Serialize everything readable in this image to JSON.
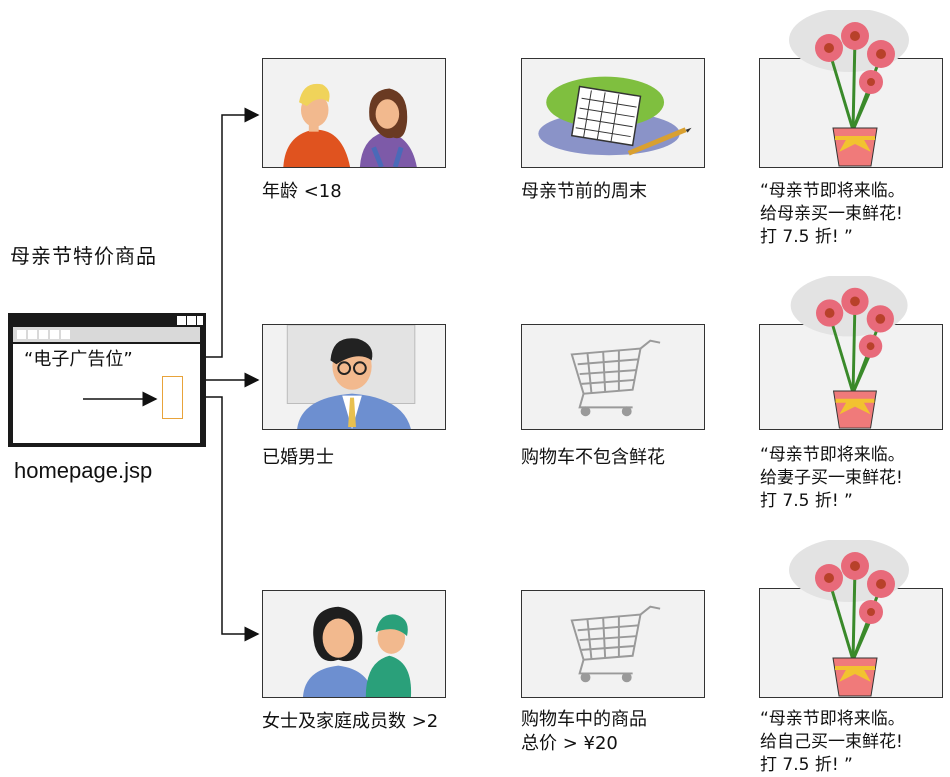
{
  "heading": "母亲节特价商品",
  "browser": {
    "ad_text": "“电子广告位”",
    "file_name": "homepage.jsp"
  },
  "rows": [
    {
      "segment_label": "年龄 <18",
      "segment_icon": "teens-talking-image",
      "condition_label": "母亲节前的周末",
      "condition_icon": "calendar-image",
      "offer_text": "“母亲节即将来临。\n给母亲买一束鲜花!\n打 7.5 折! ”"
    },
    {
      "segment_label": "已婚男士",
      "segment_icon": "businessman-image",
      "condition_label": "购物车不包含鲜花",
      "condition_icon": "shopping-cart-image",
      "offer_text": "“母亲节即将来临。\n给妻子买一束鲜花!\n打 7.5 折! ”"
    },
    {
      "segment_label": "女士及家庭成员数 >2",
      "segment_icon": "mother-child-image",
      "condition_label": "购物车中的商品\n总价 > ¥20",
      "condition_icon": "shopping-cart-image",
      "offer_text": "“母亲节即将来临。\n给自己买一束鲜花!\n打 7.5 折! ”"
    }
  ],
  "colors": {
    "ad_slot_border": "#e8a33a",
    "flower_petal": "#e86a7a",
    "pot": "#f07a7a",
    "ribbon": "#f2c230"
  }
}
